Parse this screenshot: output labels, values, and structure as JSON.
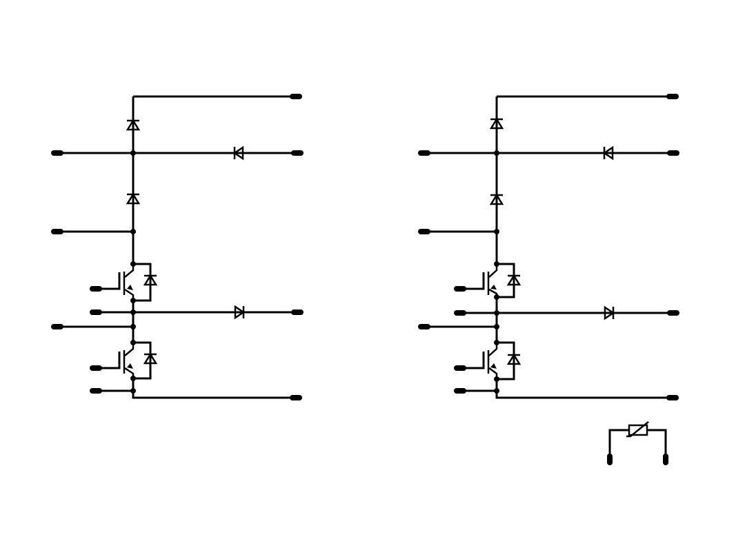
{
  "diagram": {
    "type": "power-module-schematic",
    "colors": {
      "stroke": "#000000",
      "background": "#ffffff"
    },
    "circuits": [
      {
        "id": "circuit-left",
        "components": [
          "diode-top",
          "diode-series",
          "diode-horizontal-upper",
          "igbt-upper",
          "antiparallel-diode-upper",
          "diode-horizontal-lower",
          "igbt-lower",
          "antiparallel-diode-lower"
        ]
      },
      {
        "id": "circuit-right",
        "components": [
          "diode-top",
          "diode-series",
          "diode-horizontal-upper",
          "igbt-upper",
          "antiparallel-diode-upper",
          "diode-horizontal-lower",
          "igbt-lower",
          "antiparallel-diode-lower"
        ]
      }
    ],
    "extra_components": [
      "ntc-thermistor"
    ],
    "icons": [
      "diode-icon",
      "igbt-icon",
      "thermistor-icon",
      "terminal-icon",
      "junction-dot-icon"
    ]
  }
}
